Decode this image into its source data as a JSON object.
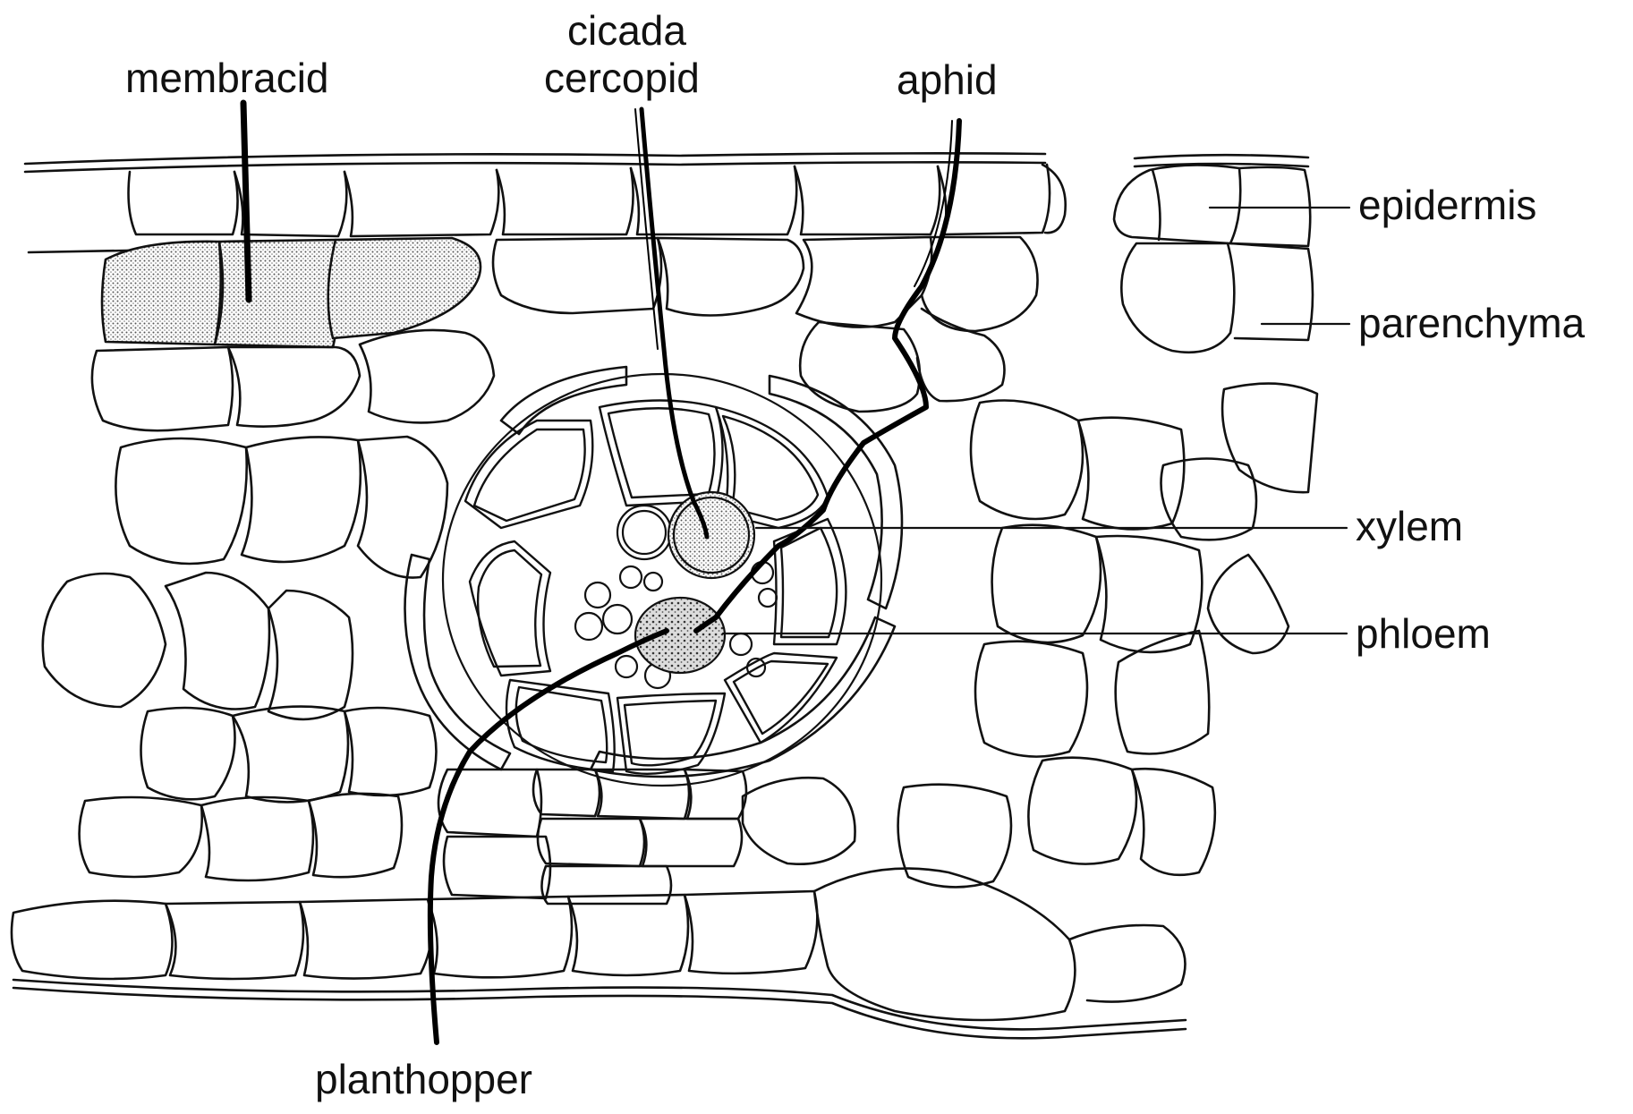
{
  "labels": {
    "membracid": "membracid",
    "cicada_line1": "cicada",
    "cicada_line2": "cercopid",
    "aphid": "aphid",
    "epidermis": "epidermis",
    "parenchyma": "parenchyma",
    "xylem": "xylem",
    "phloem": "phloem",
    "planthopper": "planthopper"
  },
  "colors": {
    "ink": "#111111",
    "stipple_fill": "#c9c9c9",
    "background": "#ffffff"
  }
}
